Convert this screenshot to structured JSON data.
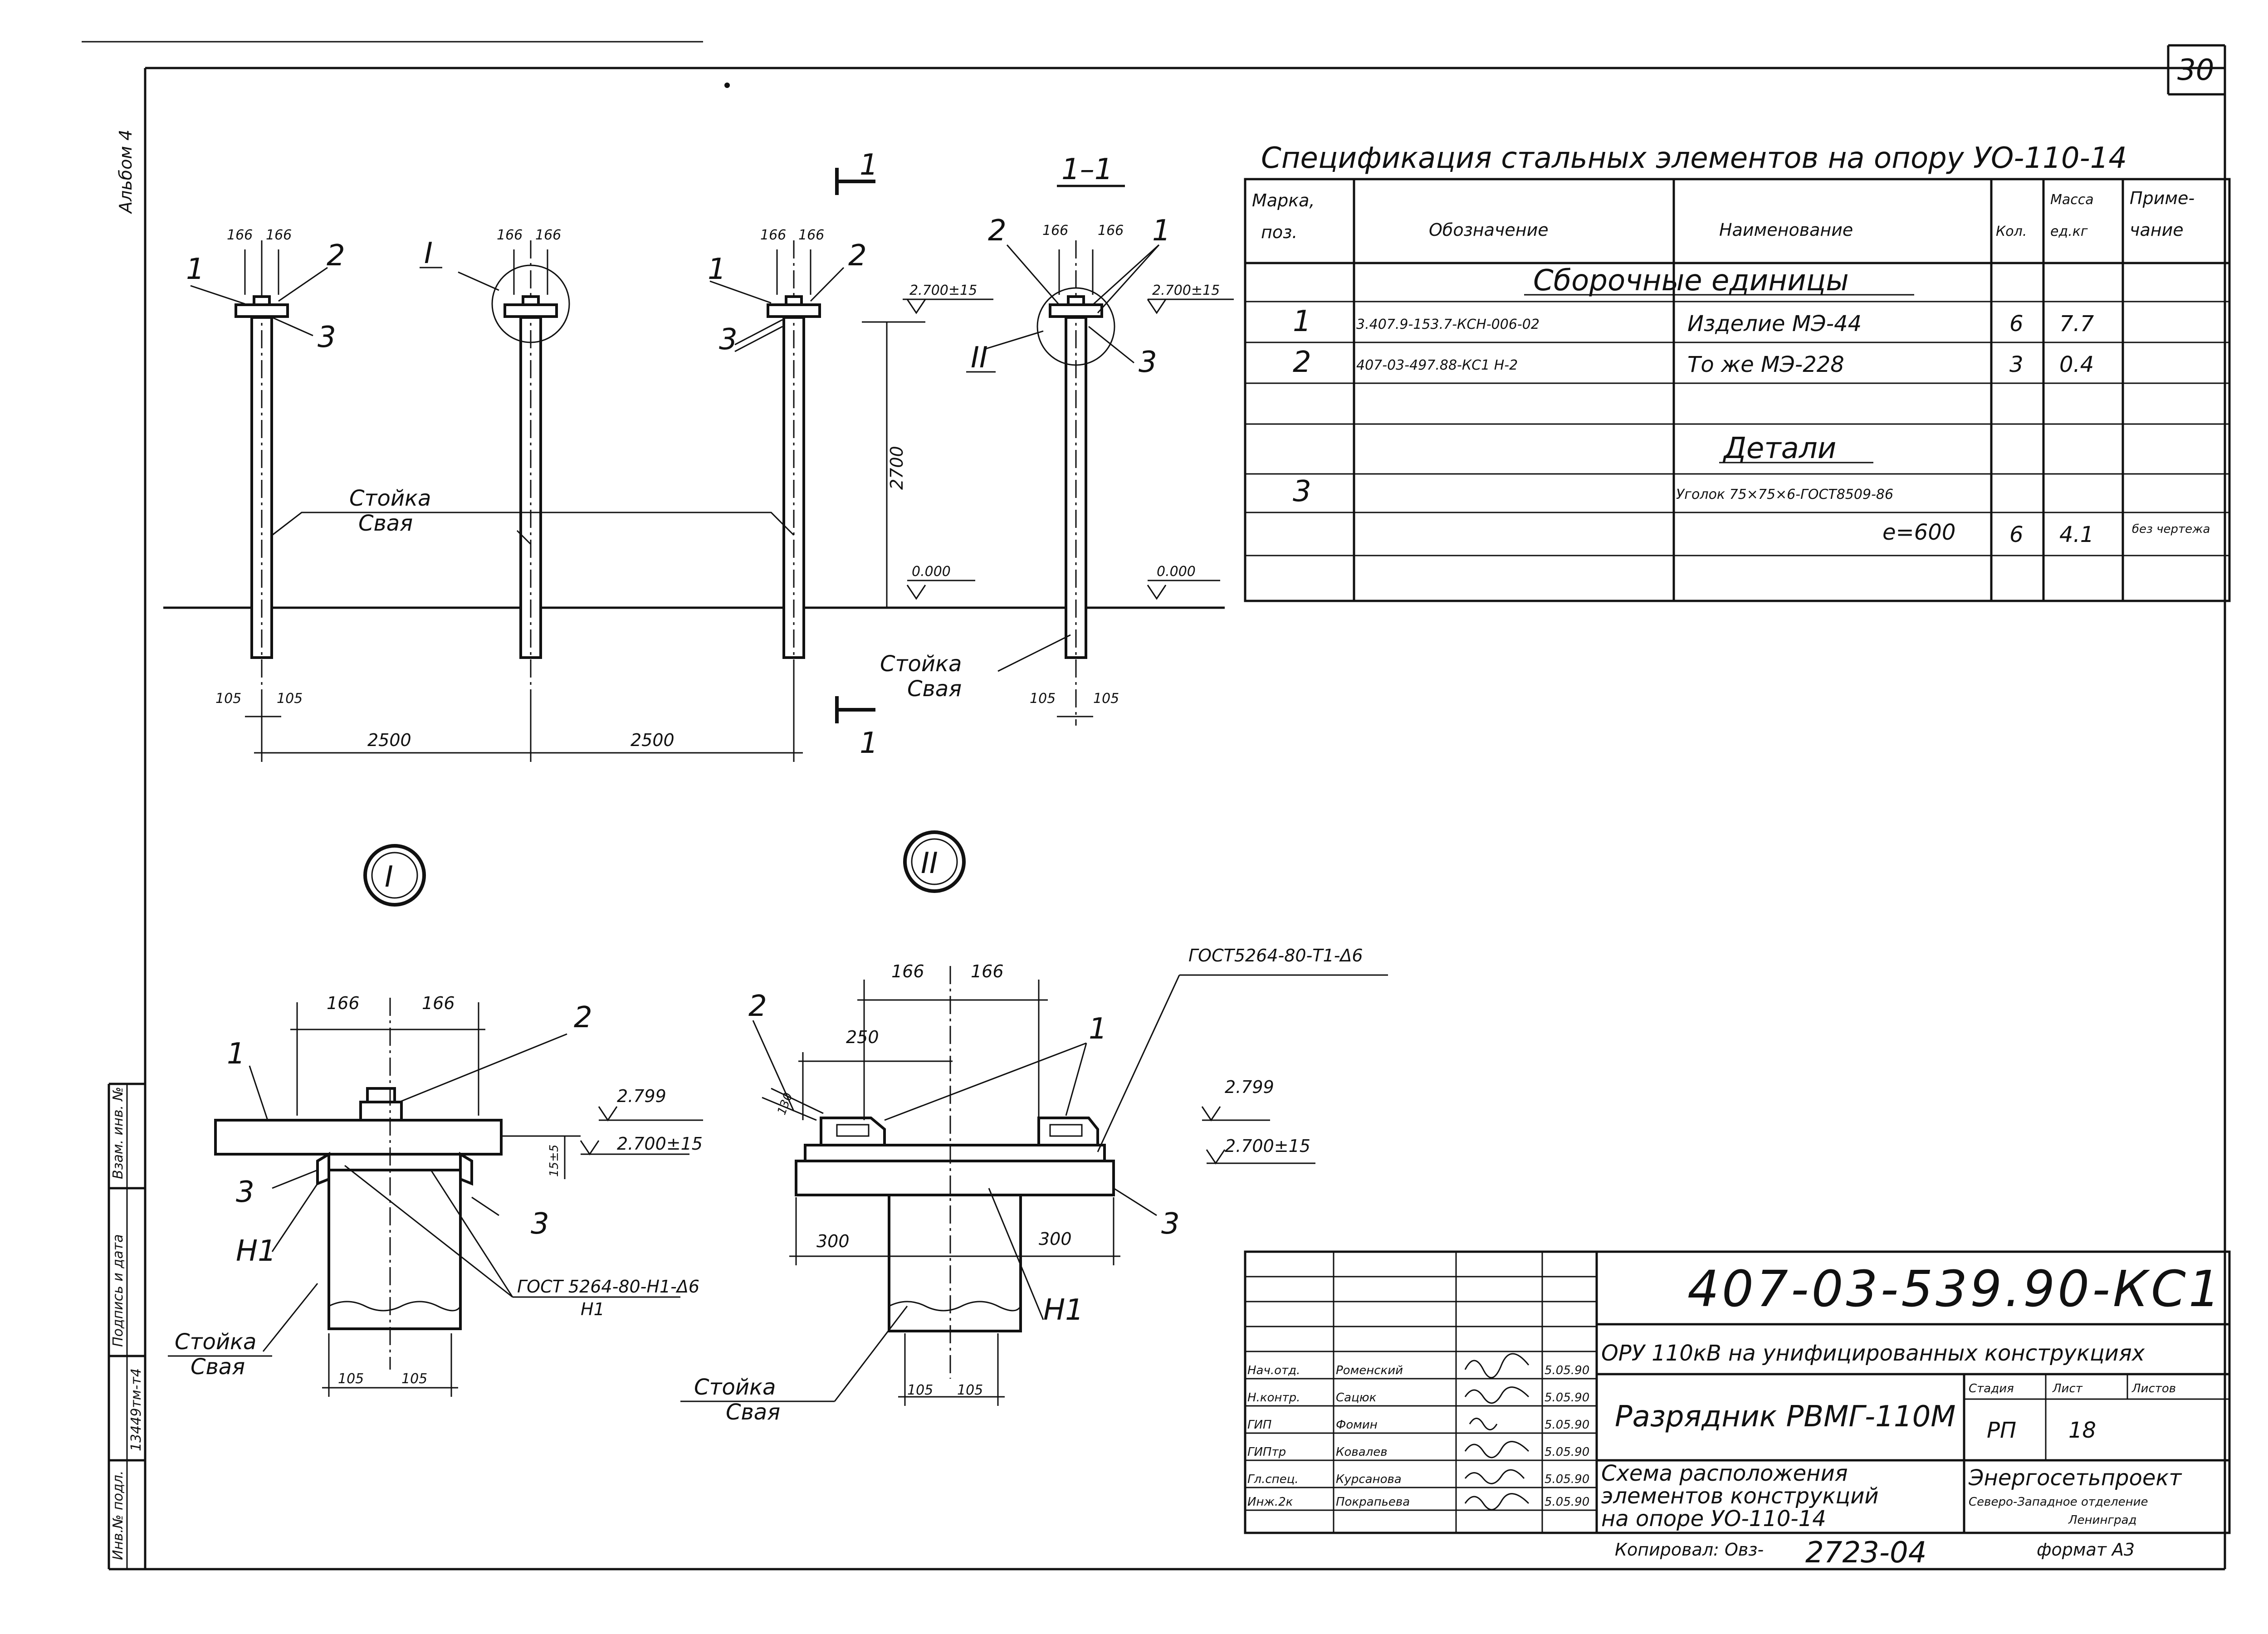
{
  "sheet": {
    "sheet_number": "30",
    "album_label": "Альбом 4",
    "format_label": "формат А3",
    "copied_label": "Копировал: Овз-",
    "copy_number": "2723-04"
  },
  "left_strip": {
    "inv_podl": "Инв.№ подл.",
    "podpis_data": "Подпись и дата",
    "vzam_inv": "Взам. инв. №",
    "inv_value": "13449тм-т4"
  },
  "elevation": {
    "dims_166": "166",
    "dims_105": "105",
    "dim_2500": "2500",
    "dim_2700": "2700",
    "level_top": "2.700±15",
    "level_zero": "0.000",
    "label_stoika": "Стойка",
    "label_svaya": "Свая",
    "marks": [
      "1",
      "2",
      "3"
    ],
    "callout_I": "I",
    "callout_II": "II",
    "section_mark": "1",
    "section_title": "1–1"
  },
  "details": {
    "title_I": "I",
    "title_II": "II",
    "dim_166": "166",
    "dim_105": "105",
    "dim_250": "250",
    "dim_300": "300",
    "dim_15": "15±5",
    "dim_130": "130",
    "level_2799": "2.799",
    "level_2700": "2.700±15",
    "weld_I": "ГОСТ 5264-80-Н1-Δ6",
    "weld_II": "ГОСТ5264-80-Т1-Δ6",
    "weld_n1": "Н1",
    "label_stoika": "Стойка",
    "label_svaya": "Свая",
    "marks": [
      "1",
      "2",
      "3"
    ]
  },
  "spec": {
    "title": "Спецификация стальных элементов на опору УО-110-14",
    "headers": {
      "marka": "Марка,",
      "poz": "поз.",
      "oboznachenie": "Обозначение",
      "naimenovanie": "Наименование",
      "kol": "Кол.",
      "massa": "Масса",
      "massa_unit": "ед.кг",
      "prim1": "Приме-",
      "prim2": "чание"
    },
    "section_units": "Сборочные единицы",
    "section_details": "Детали",
    "rows": [
      {
        "poz": "1",
        "oboz": "3.407.9-153.7-КСН-006-02",
        "naim": "Изделие  МЭ-44",
        "kol": "6",
        "massa": "7.7",
        "prim": ""
      },
      {
        "poz": "2",
        "oboz": "407-03-497.88-КС1 Н-2",
        "naim": "То же   МЭ-228",
        "kol": "3",
        "massa": "0.4",
        "prim": ""
      }
    ],
    "detail_row": {
      "poz": "3",
      "naim": "Уголок 75×75×6-ГОСТ8509-86"
    },
    "detail_row2": {
      "naim": "е=600",
      "kol": "6",
      "massa": "4.1",
      "prim": "без чертежа"
    }
  },
  "title_block": {
    "code": "407-03-539.90-КС1",
    "project": "ОРУ 110кВ на унифицированных конструкциях",
    "object": "Разрядник РВМГ-110М",
    "drawing": [
      "Схема расположения",
      "элементов конструкций",
      "на опоре УО-110-14"
    ],
    "stage_header": "Стадия",
    "sheet_header": "Лист",
    "sheets_header": "Листов",
    "stage": "РП",
    "sheet": "18",
    "org": [
      "Энергосетьпроект",
      "Северо-Западное отделение",
      "Ленинград"
    ],
    "staff": [
      {
        "role": "Нач.отд.",
        "name": "Роменский",
        "date": "5.05.90"
      },
      {
        "role": "Н.контр.",
        "name": "Сацюк",
        "date": "5.05.90"
      },
      {
        "role": "ГИП",
        "name": "Фомин",
        "date": "5.05.90"
      },
      {
        "role": "ГИПтр",
        "name": "Ковалев",
        "date": "5.05.90"
      },
      {
        "role": "Гл.спец.",
        "name": "Курсанова",
        "date": "5.05.90"
      },
      {
        "role": "Инж.2к",
        "name": "Покрапьева",
        "date": "5.05.90"
      }
    ]
  }
}
